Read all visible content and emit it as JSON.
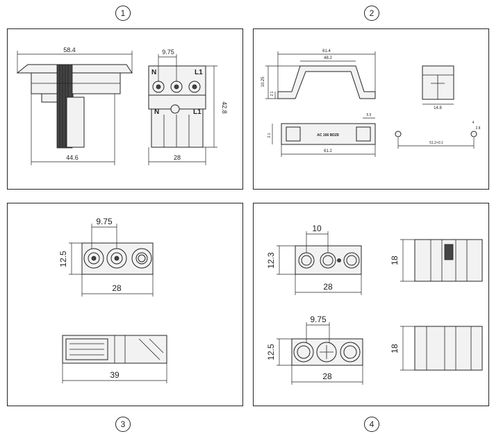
{
  "labels": [
    "1",
    "2",
    "3",
    "4"
  ],
  "panel1": {
    "dim_top_width": "58.4",
    "dim_bottom_width": "44.6",
    "dim_pitch": "9.75",
    "dim_height": "42.8",
    "dim_width": "28",
    "label_n_top": "N",
    "label_l1_top": "L1",
    "label_n_bottom": "N",
    "label_l1_bottom": "L1"
  },
  "panel2": {
    "dim_top_outer": "61.4",
    "dim_top_inner": "48.2",
    "dim_left_height": "10.25",
    "dim_left_small": "2.1",
    "dim_side_width": "14.8",
    "dim_front_small": "5.5",
    "dim_front_height": "2.1",
    "dim_front_width": "61.2",
    "front_marking": "AC 166 BDZ8",
    "dim_hole_a": "4",
    "dim_hole_b": "2.8",
    "dim_hole_span": "51.2+0.1"
  },
  "panel3": {
    "dim_pitch": "9.75",
    "dim_height": "12.5",
    "dim_width": "28",
    "dim_length": "39"
  },
  "panel4": {
    "dim_pitch_top": "10",
    "dim_height_top": "12.3",
    "dim_width_top": "28",
    "dim_side_top": "18",
    "dim_pitch_bottom": "9.75",
    "dim_height_bottom": "12.5",
    "dim_width_bottom": "28",
    "dim_side_bottom": "18"
  }
}
